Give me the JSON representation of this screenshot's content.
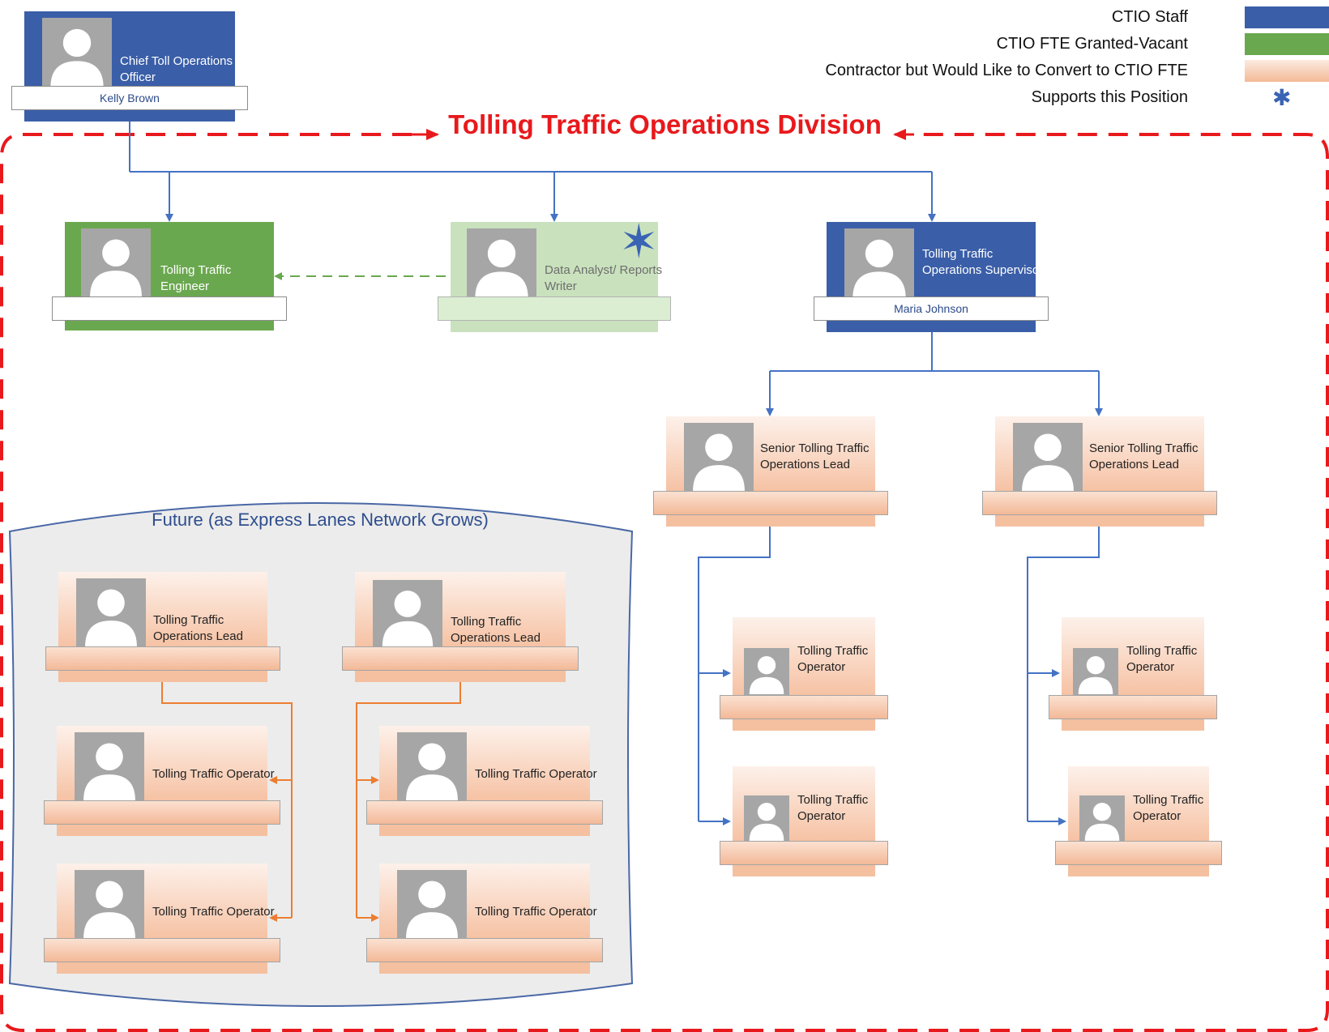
{
  "legend": {
    "items": [
      {
        "label": "CTIO Staff",
        "color": "#3a5ea8"
      },
      {
        "label": "CTIO FTE Granted-Vacant",
        "color": "#6aa84f"
      },
      {
        "label": "Contractor but Would Like to Convert to CTIO FTE",
        "color": "#f6c6a9"
      }
    ],
    "supports_label": "Supports this Position",
    "supports_icon": "asterisk-icon"
  },
  "division_title": "Tolling Traffic Operations Division",
  "future_group_title": "Future (as Express Lanes Network Grows)",
  "positions": {
    "chief": {
      "title": "Chief Toll Operations Officer",
      "name": "Kelly Brown"
    },
    "engineer": {
      "title": "Tolling Traffic Engineer",
      "name": ""
    },
    "analyst": {
      "title": "Data Analyst/ Reports Writer",
      "name": ""
    },
    "supervisor": {
      "title": "Tolling Traffic Operations Supervisor",
      "name": "Maria Johnson"
    },
    "senior_lead_1": {
      "title": "Senior Tolling Traffic Operations Lead"
    },
    "senior_lead_2": {
      "title": "Senior Tolling Traffic Operations Lead"
    },
    "operator_1": {
      "title": "Tolling Traffic Operator"
    },
    "operator_2": {
      "title": "Tolling Traffic Operator"
    },
    "operator_3": {
      "title": "Tolling Traffic Operator"
    },
    "operator_4": {
      "title": "Tolling Traffic Operator"
    },
    "future_lead_1": {
      "title": "Tolling Traffic Operations Lead"
    },
    "future_lead_2": {
      "title": "Tolling Traffic Operations Lead"
    },
    "future_operator_1": {
      "title": "Tolling Traffic Operator"
    },
    "future_operator_2": {
      "title": "Tolling Traffic Operator"
    },
    "future_operator_3": {
      "title": "Tolling Traffic Operator"
    },
    "future_operator_4": {
      "title": "Tolling Traffic Operator"
    }
  }
}
